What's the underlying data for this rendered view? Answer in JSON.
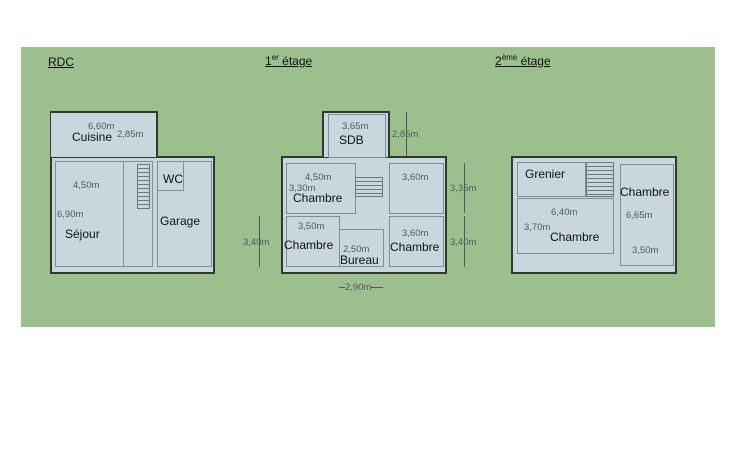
{
  "floors": {
    "rdc": {
      "title": "RDC",
      "rooms": {
        "cuisine": "Cuisine",
        "sejour": "Séjour",
        "wc": "WC",
        "garage": "Garage"
      },
      "dims": {
        "cuisine_w": "6,60m",
        "cuisine_h": "2,85m",
        "sejour_w": "4,50m",
        "sejour_h": "6,90m"
      }
    },
    "etage1": {
      "title_main": "1",
      "title_sup": "er",
      "title_rest": " étage",
      "rooms": {
        "sdb": "SDB",
        "chambre_tl": "Chambre",
        "chambre_bl": "Chambre",
        "bureau": "Bureau",
        "chambre_br": "Chambre"
      },
      "dims": {
        "sdb_w": "3,65m",
        "sdb_h": "2,85m",
        "ch_tl_w": "4,50m",
        "ch_tl_h": "3,30m",
        "tr_w": "3,60m",
        "tr_h": "3,35m",
        "ch_bl_w": "3,50m",
        "left_h": "3,40m",
        "bureau_h": "2,50m",
        "br_w": "3,60m",
        "br_h": "3,40m",
        "bottom_w": "2,90m"
      }
    },
    "etage2": {
      "title_main": "2",
      "title_sup": "ème",
      "title_rest": " étage",
      "rooms": {
        "grenier": "Grenier",
        "chambre_big": "Chambre",
        "chambre_right": "Chambre"
      },
      "dims": {
        "big_w": "6,40m",
        "big_h": "3,70m",
        "right_h": "6,65m",
        "right_w": "3,50m"
      }
    }
  }
}
